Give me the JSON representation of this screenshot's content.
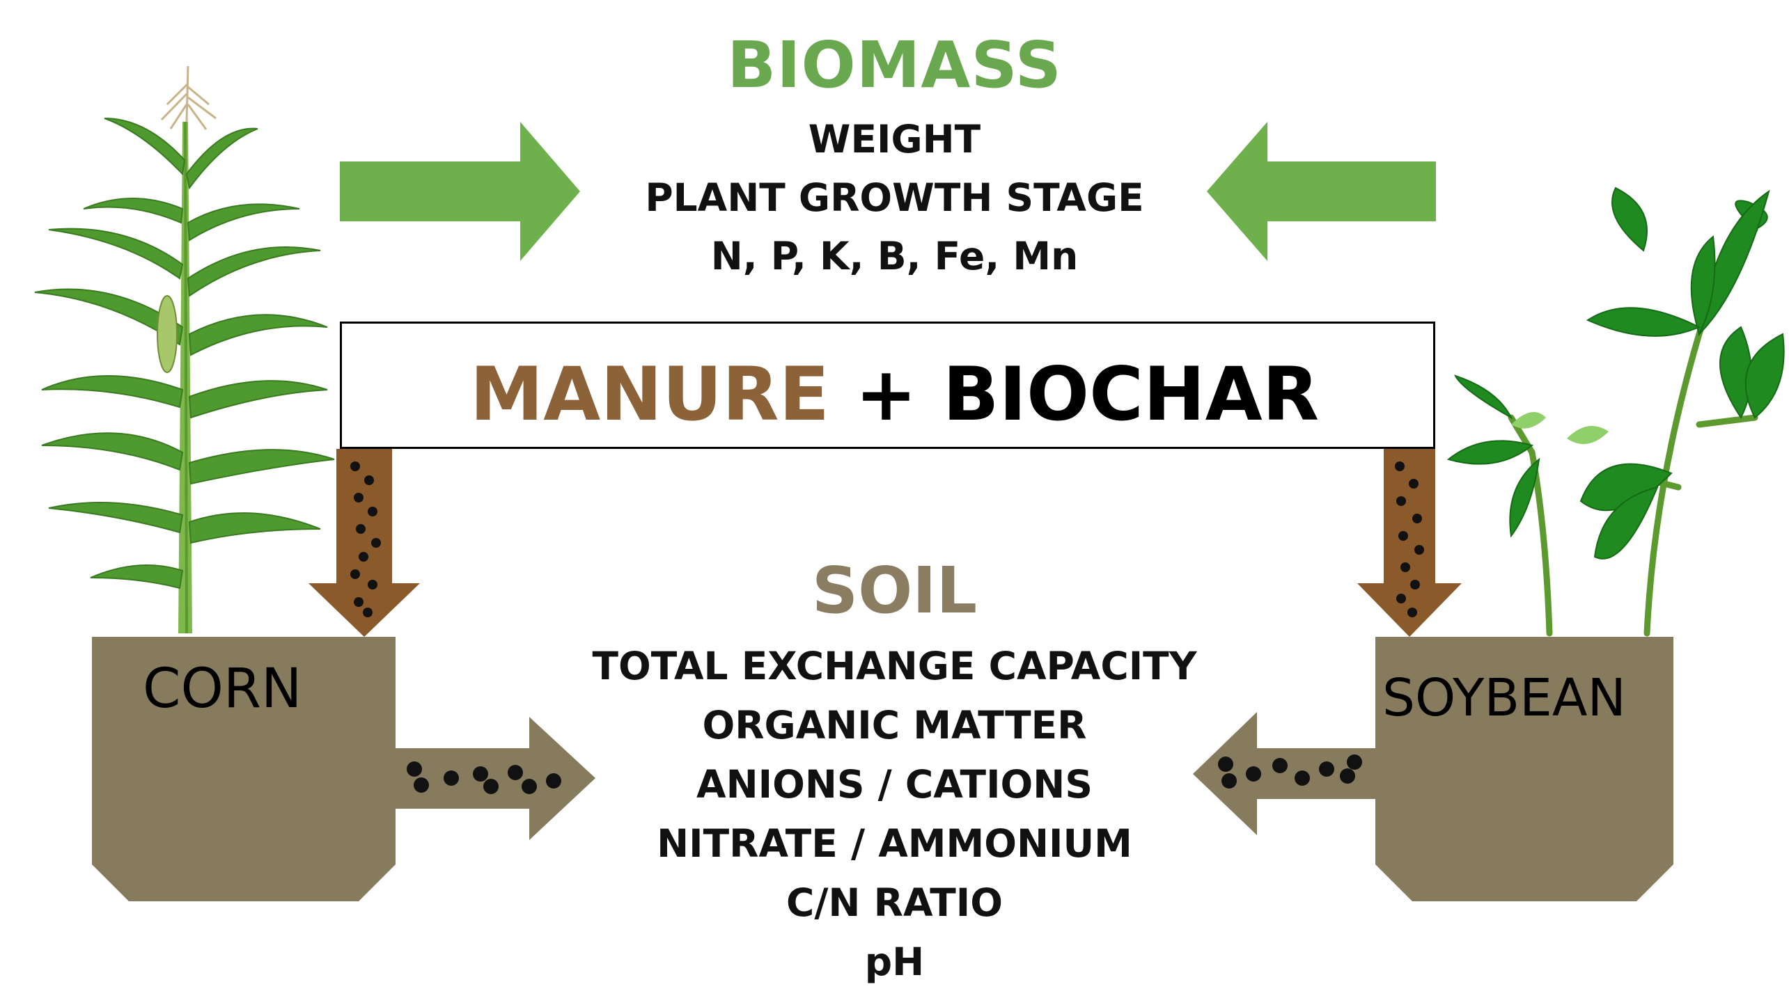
{
  "biomass": {
    "title": "BIOMASS",
    "items": [
      "WEIGHT",
      "PLANT GROWTH STAGE",
      "N, P, K, B, Fe, Mn"
    ]
  },
  "treatment": {
    "manure": "MANURE",
    "plus": "+",
    "biochar": "BIOCHAR"
  },
  "soil": {
    "title": "SOIL",
    "items": [
      "TOTAL EXCHANGE CAPACITY",
      "ORGANIC MATTER",
      "ANIONS / CATIONS",
      "NITRATE / AMMONIUM",
      "C/N RATIO",
      "pH"
    ]
  },
  "crops": {
    "left": "CORN",
    "right": "SOYBEAN"
  },
  "colors": {
    "green": "#6aa84f",
    "green_arrow": "#6db04c",
    "manure_brown": "#8c6239",
    "soil_gray": "#8a7d61",
    "pot": "#877b5e",
    "down_arrow": "#8b5a2b",
    "leaf_dark": "#2e7d1f",
    "leaf_light": "#5aa83a"
  }
}
